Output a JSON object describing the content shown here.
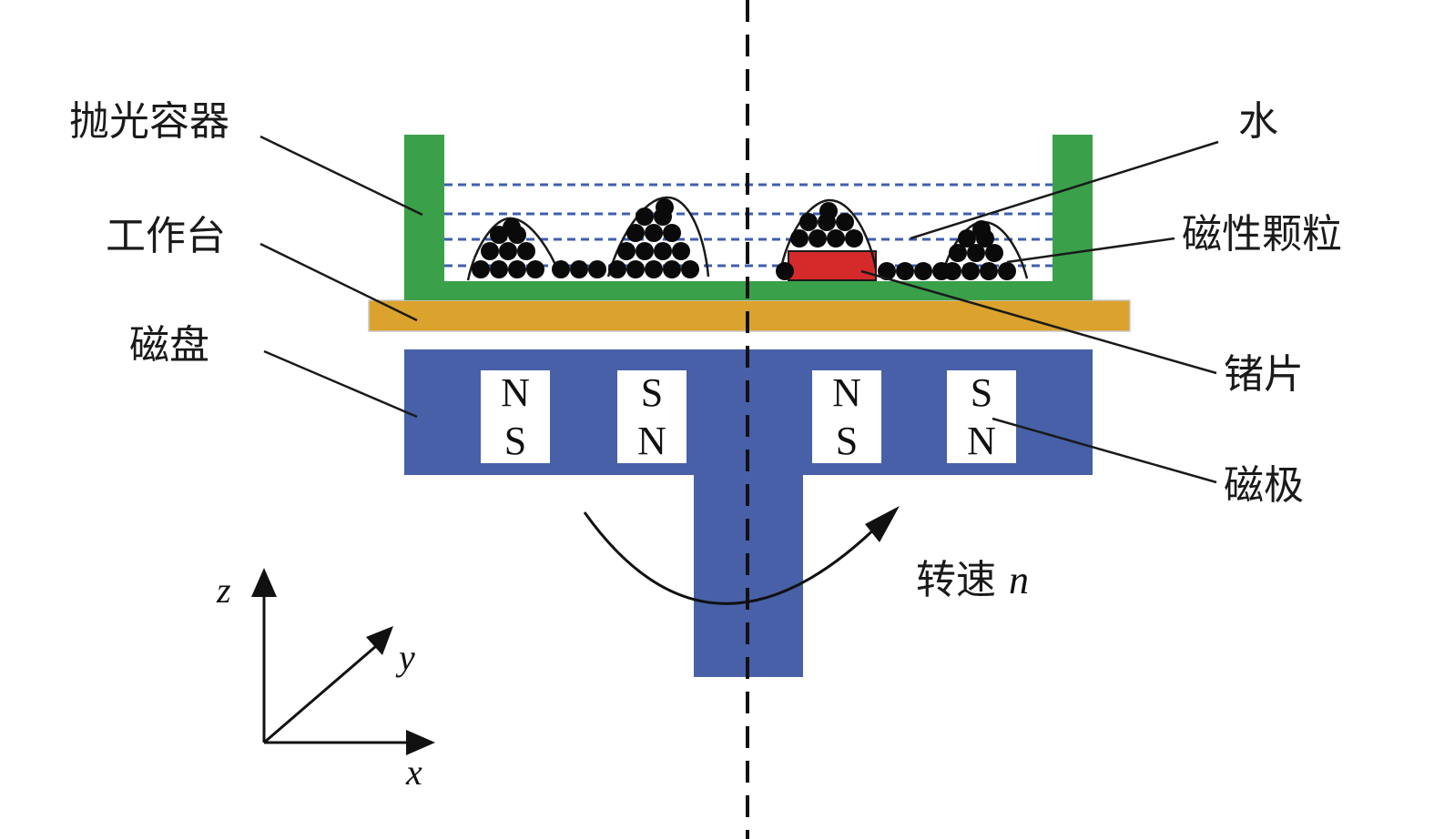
{
  "labels": {
    "container": "抛光容器",
    "table": "工作台",
    "disk": "磁盘",
    "water": "水",
    "particles": "磁性颗粒",
    "sample": "锗片",
    "poles": "磁极",
    "speed_prefix": "转速 ",
    "speed_var": "n"
  },
  "magnets": [
    {
      "top": "N",
      "bottom": "S"
    },
    {
      "top": "S",
      "bottom": "N"
    },
    {
      "top": "N",
      "bottom": "S"
    },
    {
      "top": "S",
      "bottom": "N"
    }
  ],
  "axes": {
    "x": "x",
    "y": "y",
    "z": "z"
  },
  "colors": {
    "container": "#3aa04a",
    "table": "#dba22d",
    "disk": "#4760a8",
    "sample": "#d42a2a",
    "water_line": "#3f5fae",
    "particle": "#0a0a0a"
  }
}
